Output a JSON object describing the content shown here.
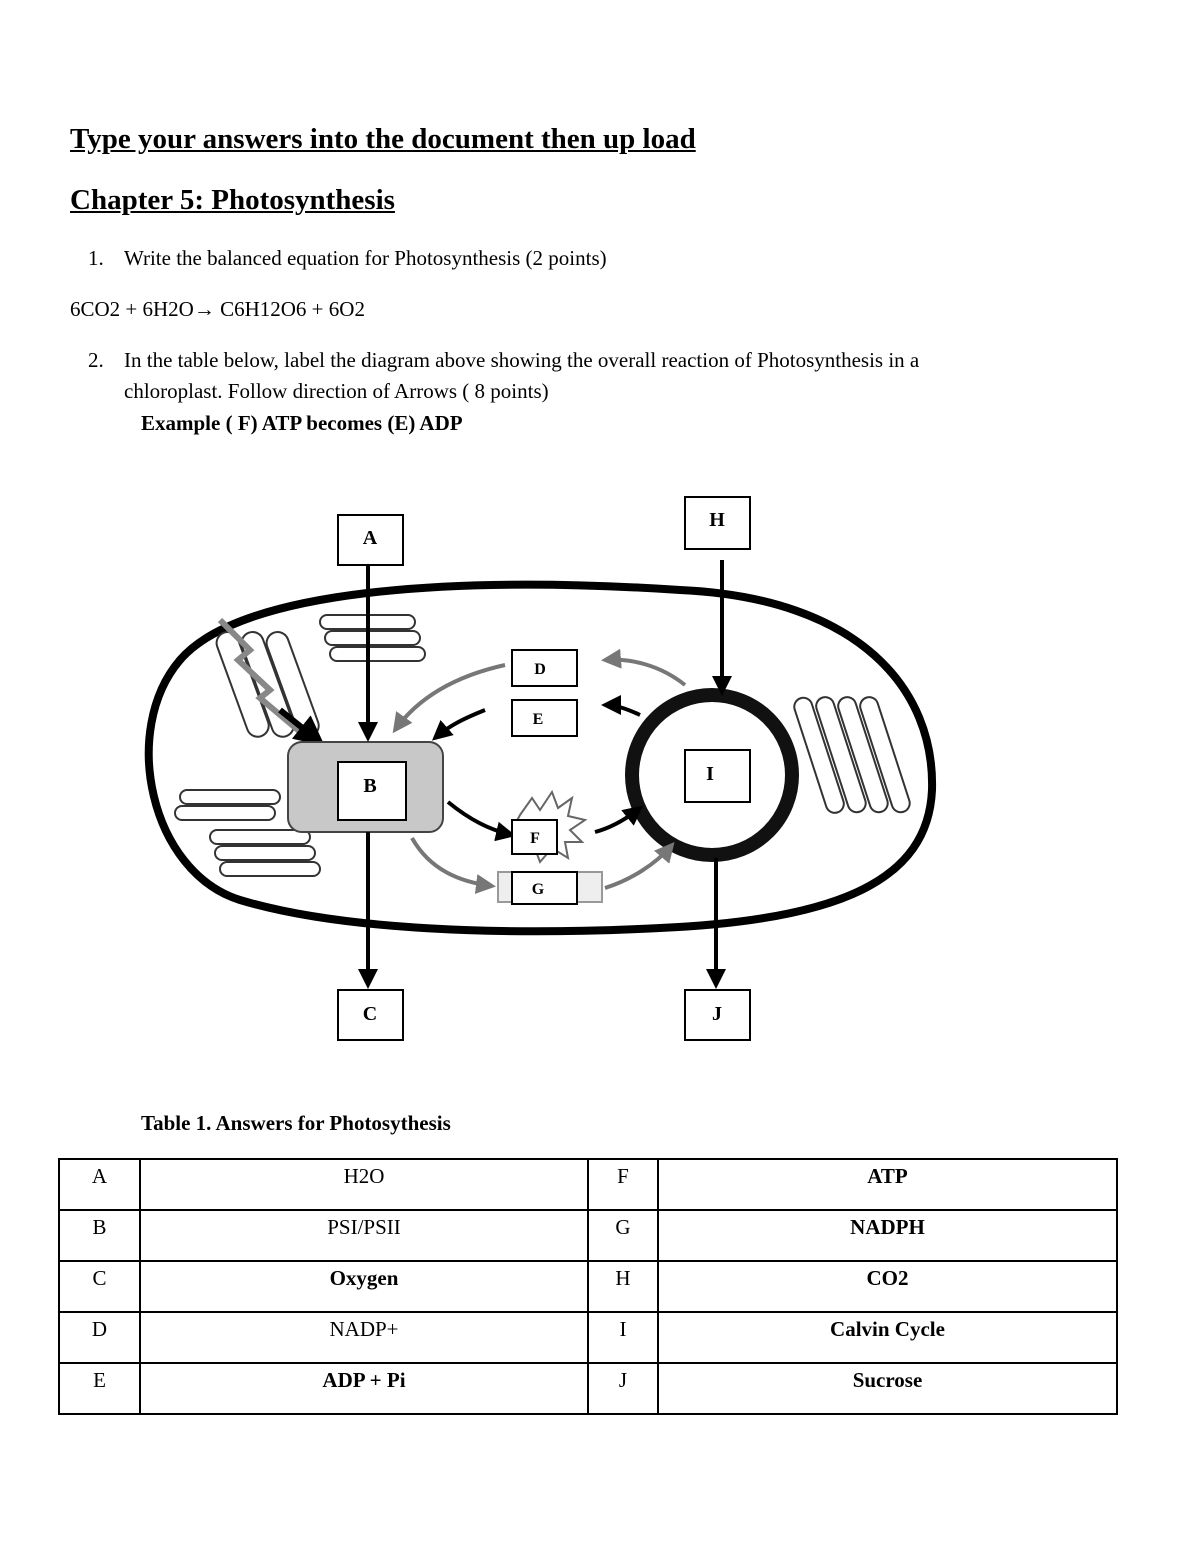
{
  "document": {
    "instruction_heading": "Type your answers into the document then up load",
    "chapter_heading": "Chapter 5: Photosynthesis"
  },
  "questions": [
    {
      "number": "1.",
      "text": "Write the balanced equation for Photosynthesis (2 points)",
      "answer": "6CO2 + 6H2O→ C6H12O6 + 6O2"
    },
    {
      "number": "2.",
      "text_line1": "In the table below, label the diagram above showing the overall reaction of Photosynthesis in a",
      "text_line2": "chloroplast. Follow direction of Arrows ( 8 points)",
      "example": "Example ( F) ATP becomes (E) ADP"
    }
  ],
  "diagram": {
    "labels": {
      "A": "A",
      "B": "B",
      "C": "C",
      "D": "D",
      "E": "E",
      "F": "F",
      "G": "G",
      "H": "H",
      "I": "I",
      "J": "J"
    }
  },
  "table": {
    "caption": "Table 1. Answers for Photosythesis",
    "rows": [
      {
        "l1": "A",
        "v1": "H2O",
        "l2": "F",
        "v2": "ATP"
      },
      {
        "l1": "B",
        "v1": "PSI/PSII",
        "l2": "G",
        "v2": "NADPH"
      },
      {
        "l1": "C",
        "v1": "Oxygen",
        "l2": "H",
        "v2": "CO2"
      },
      {
        "l1": "D",
        "v1": "NADP+",
        "l2": "I",
        "v2": "Calvin Cycle"
      },
      {
        "l1": "E",
        "v1": "ADP + Pi",
        "l2": "J",
        "v2": "Sucrose"
      }
    ]
  }
}
